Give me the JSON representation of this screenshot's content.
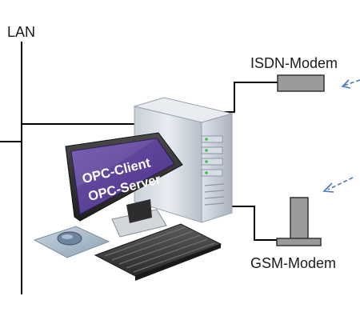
{
  "diagram": {
    "network_label": "LAN",
    "isdn_modem_label": "ISDN-Modem",
    "gsm_modem_label": "GSM-Modem",
    "screen_line1": "OPC-Client",
    "screen_line2": "OPC-Server"
  },
  "colors": {
    "screen_purple": "#5a3e98",
    "incoming_arrow_blue": "#4a78c8",
    "modem_gray": "#9a9a9a",
    "line_black": "#000000"
  }
}
